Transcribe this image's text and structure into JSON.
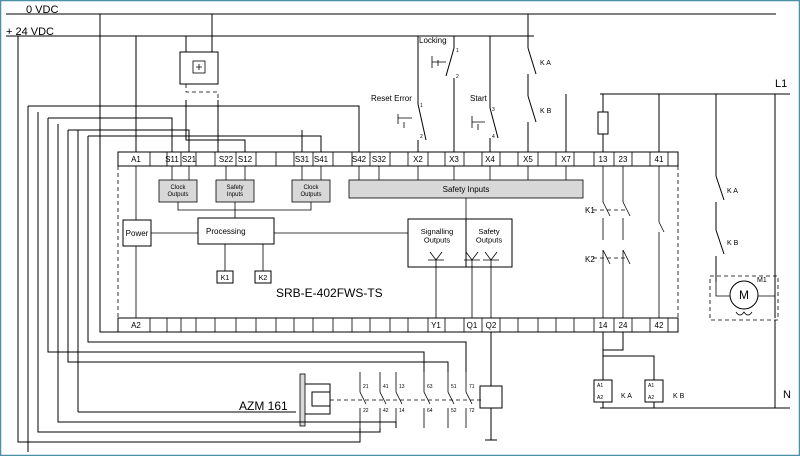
{
  "rails": {
    "zero_vdc": "0 VDC",
    "plus_24_vdc": "+ 24 VDC",
    "l1": "L1",
    "n": "N"
  },
  "buttons": {
    "reset_error": "Reset Error",
    "locking": "Locking",
    "start": "Start"
  },
  "contacts": {
    "ka": "K A",
    "kb": "K B",
    "k1": "K1",
    "k2": "K2",
    "m1": "M1",
    "motor_symbol": "M"
  },
  "relay": {
    "name": "SRB-E-402FWS-TS",
    "top_terminals": [
      "A1",
      "S11",
      "S21",
      "S22",
      "S12",
      "S31",
      "S41",
      "S42",
      "S32",
      "X2",
      "X3",
      "X4",
      "X5",
      "X7",
      "13",
      "23",
      "41"
    ],
    "bottom_terminals": [
      "A2",
      "Y1",
      "Q1",
      "Q2",
      "14",
      "24",
      "42"
    ],
    "blocks": {
      "clock_outputs": "Clock\nOutputs",
      "safety_inputs_small": "Safety\nInputs",
      "safety_inputs": "Safety Inputs",
      "power": "Power",
      "processing": "Processing",
      "k1": "K1",
      "k2": "K2",
      "signalling_outputs": "Signalling\nOutputs",
      "safety_outputs": "Safety\nOutputs"
    }
  },
  "azm": {
    "name": "AZM 161",
    "contacts": [
      {
        "top": "21",
        "bottom": "22"
      },
      {
        "top": "41",
        "bottom": "42"
      },
      {
        "top": "13",
        "bottom": "14"
      },
      {
        "top": "63",
        "bottom": "64"
      },
      {
        "top": "51",
        "bottom": "52"
      },
      {
        "top": "71",
        "bottom": "72"
      }
    ]
  },
  "coil_terminals": {
    "a1": "A1",
    "a2": "A2"
  },
  "contact_numbers": {
    "one": "1",
    "two": "2",
    "three": "3",
    "four": "4"
  }
}
